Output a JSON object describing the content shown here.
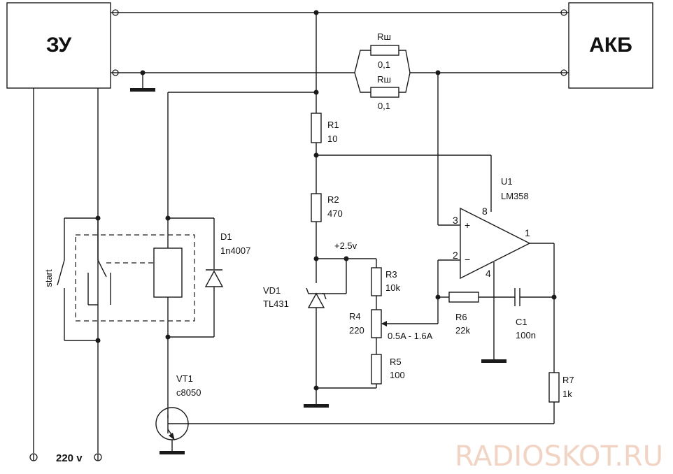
{
  "blocks": {
    "charger": "ЗУ",
    "battery": "АКБ"
  },
  "mains": {
    "label": "220 v"
  },
  "shunts": {
    "r_top_name": "Rш",
    "r_top_value": "0,1",
    "r_bot_name": "Rш",
    "r_bot_value": "0,1"
  },
  "resistors": {
    "r1": {
      "name": "R1",
      "value": "10"
    },
    "r2": {
      "name": "R2",
      "value": "470"
    },
    "r3": {
      "name": "R3",
      "value": "10k"
    },
    "r4": {
      "name": "R4",
      "value": "220",
      "range": "0.5A - 1.6A"
    },
    "r5": {
      "name": "R5",
      "value": "100"
    },
    "r6": {
      "name": "R6",
      "value": "22k"
    },
    "r7": {
      "name": "R7",
      "value": "1k"
    }
  },
  "capacitor": {
    "name": "C1",
    "value": "100n"
  },
  "diode": {
    "name": "D1",
    "value": "1n4007"
  },
  "zener": {
    "name": "VD1",
    "value": "TL431",
    "ref_voltage": "+2.5v"
  },
  "transistor": {
    "name": "VT1",
    "value": "c8050"
  },
  "opamp": {
    "name": "U1",
    "value": "LM358",
    "pins": {
      "p1": "1",
      "p2": "2",
      "p3": "3",
      "p4": "4",
      "p8": "8"
    },
    "plus": "+",
    "minus": "−"
  },
  "switch": {
    "label": "start"
  },
  "watermark": "RADIOSKOT.RU"
}
